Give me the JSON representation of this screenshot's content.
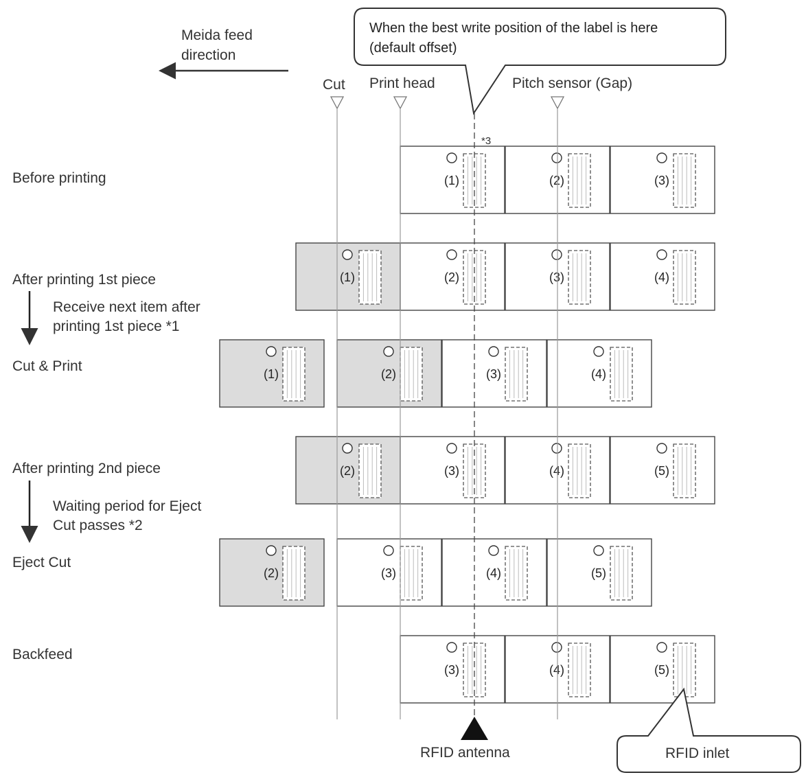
{
  "media_feed_direction": {
    "line1": "Meida feed",
    "line2": "direction"
  },
  "columns": {
    "cut": "Cut",
    "print_head": "Print head",
    "pitch_sensor": "Pitch sensor (Gap)"
  },
  "callout_top": {
    "line1": "When the best write position of the label is here",
    "line2": "(default offset)"
  },
  "note_star3": "*3",
  "rows": [
    {
      "label": "Before printing",
      "sublabel": []
    },
    {
      "label": "After printing 1st piece",
      "sublabel": [
        "Receive next item after",
        "printing 1st piece *1"
      ]
    },
    {
      "label": "Cut & Print",
      "sublabel": []
    },
    {
      "label": "After printing 2nd piece",
      "sublabel": [
        "Waiting period for Eject",
        "Cut passes *2"
      ]
    },
    {
      "label": "Eject Cut",
      "sublabel": []
    },
    {
      "label": "Backfeed",
      "sublabel": []
    }
  ],
  "labels": [
    [
      "(1)",
      "(2)",
      "(3)"
    ],
    [
      "(1)",
      "(2)",
      "(3)",
      "(4)"
    ],
    [
      "(1)",
      "(2)",
      "(3)",
      "(4)"
    ],
    [
      "(2)",
      "(3)",
      "(4)",
      "(5)"
    ],
    [
      "(2)",
      "(3)",
      "(4)",
      "(5)"
    ],
    [
      "(3)",
      "(4)",
      "(5)"
    ]
  ],
  "rfid_antenna": "RFID antenna",
  "rfid_inlet": "RFID inlet",
  "colors": {
    "shaded_label": "#dcdcdc",
    "line": "#444444",
    "guide": "#9a9a9a"
  }
}
